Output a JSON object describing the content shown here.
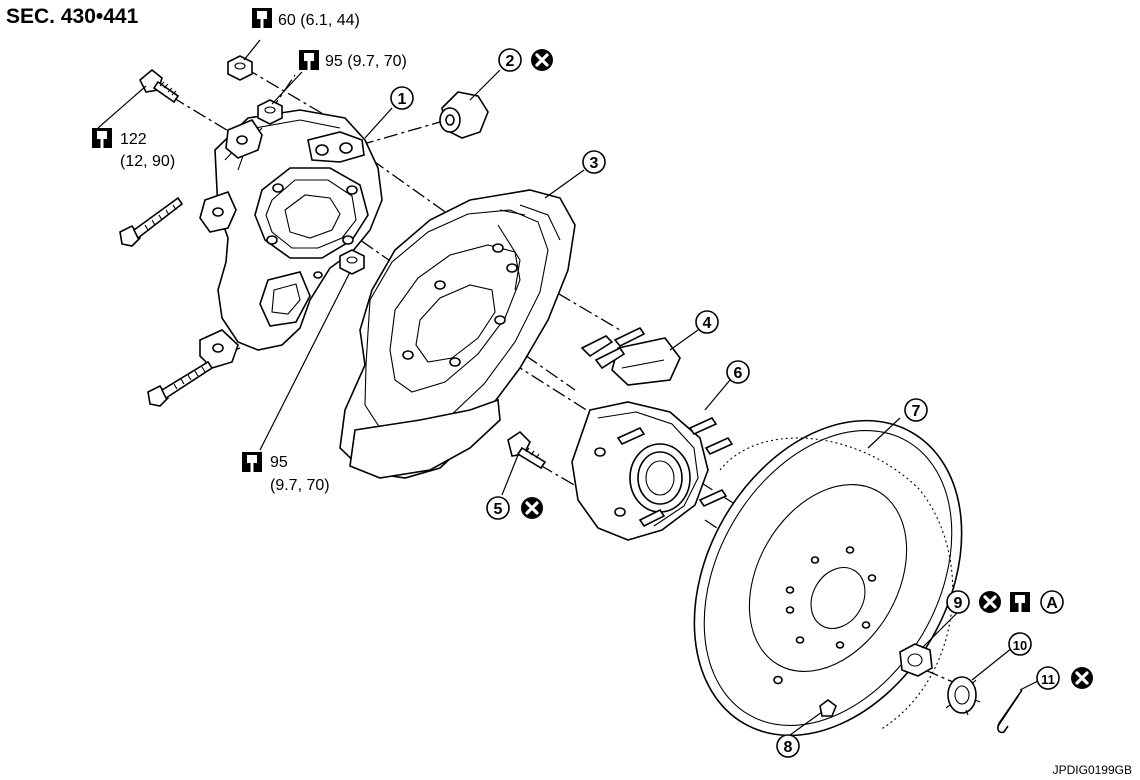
{
  "section_label": "SEC. 430•441",
  "figure_id": "JPDIG0199GB",
  "torque_specs": [
    {
      "line1": "60 (6.1, 44)",
      "line2": ""
    },
    {
      "line1": "95 (9.7, 70)",
      "line2": ""
    },
    {
      "line1": "122",
      "line2": "(12, 90)"
    },
    {
      "line1": "95",
      "line2": "(9.7, 70)"
    }
  ],
  "callouts": [
    {
      "number": "1"
    },
    {
      "number": "2"
    },
    {
      "number": "3"
    },
    {
      "number": "4"
    },
    {
      "number": "5"
    },
    {
      "number": "6"
    },
    {
      "number": "7"
    },
    {
      "number": "8"
    },
    {
      "number": "9"
    },
    {
      "number": "10"
    },
    {
      "number": "11"
    }
  ],
  "special_marks": [
    {
      "text": "A"
    }
  ],
  "symbols": {
    "torque": "torque-wrench-icon",
    "replace": "do-not-reuse-icon"
  }
}
